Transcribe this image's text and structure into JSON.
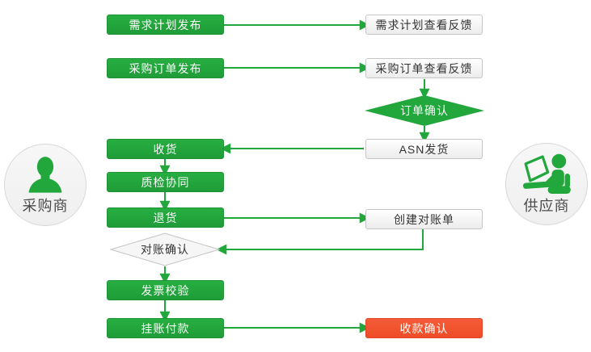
{
  "palette": {
    "green": "#22a73d",
    "green_border": "#1d9334",
    "red": "#f1512e",
    "white_box_border": "#c6c6c6",
    "text_dark": "#333333",
    "actor_circle_fill": "#f4f4f4"
  },
  "actors": {
    "buyer": "采购商",
    "supplier": "供应商"
  },
  "nodes": {
    "demand_plan_publish": "需求计划发布",
    "demand_plan_feedback": "需求计划查看反馈",
    "po_publish": "采购订单发布",
    "po_feedback": "采购订单查看反馈",
    "order_confirm": "订单确认",
    "asn_ship": "ASN发货",
    "receive_goods": "收货",
    "quality_collab": "质检协同",
    "return_goods": "退货",
    "create_statement": "创建对账单",
    "statement_confirm": "对账确认",
    "invoice_check": "发票校验",
    "payment_on_account": "挂账付款",
    "receipt_confirm": "收款确认"
  }
}
